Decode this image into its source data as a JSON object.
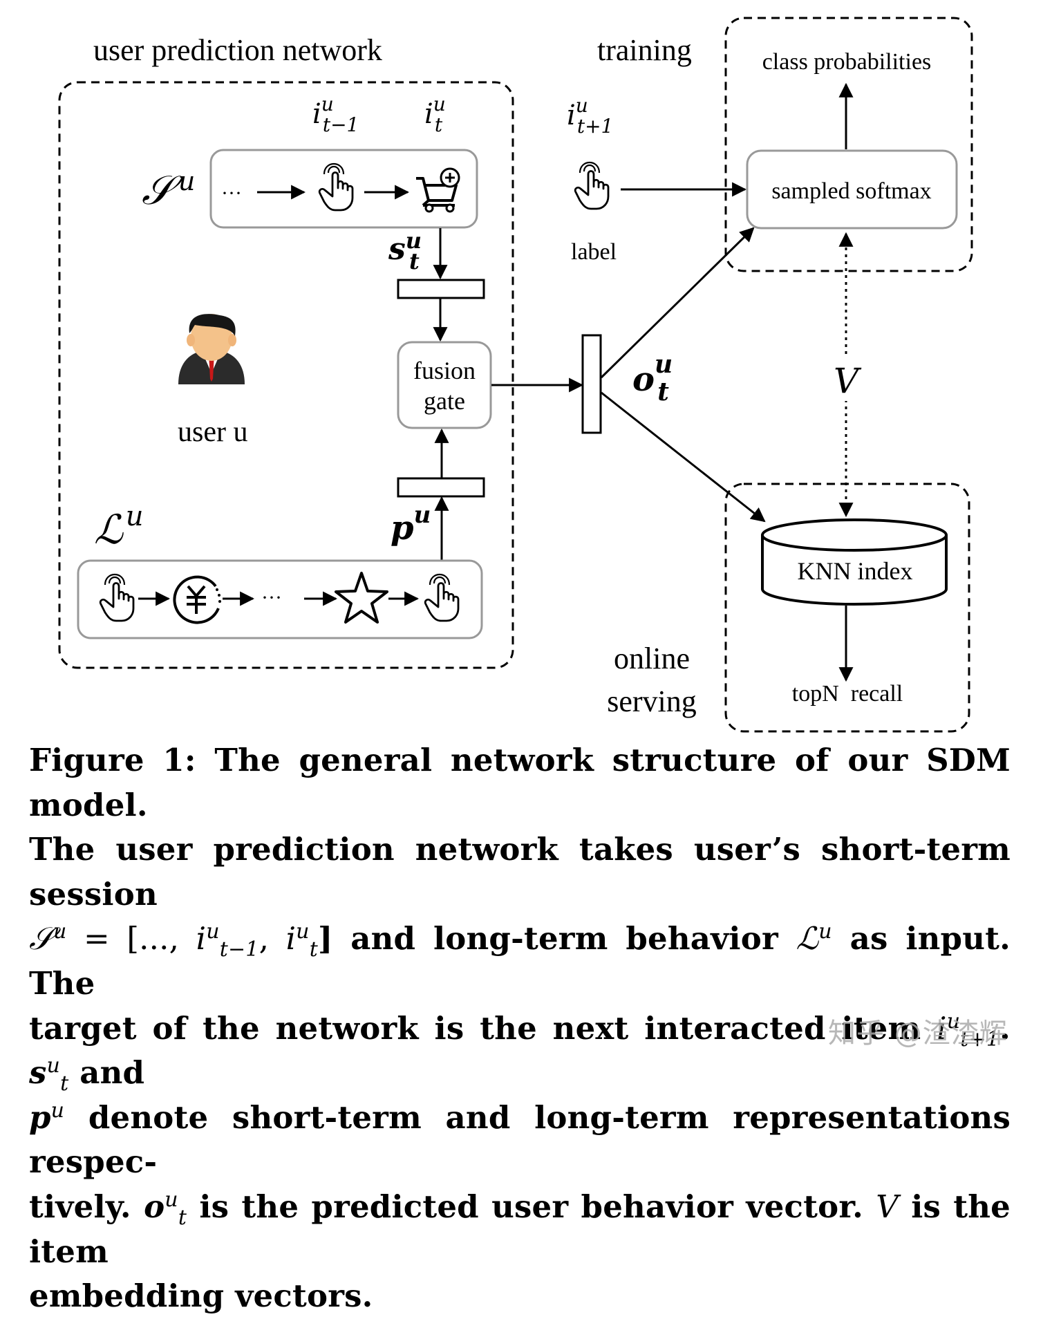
{
  "labels": {
    "user_prediction_network": "user prediction network",
    "training": "training",
    "class_probabilities": "class probabilities",
    "sampled_softmax": "sampled softmax",
    "label": "label",
    "fusion": "fusion",
    "gate": "gate",
    "user_u": "user u",
    "knn_index": "KNN index",
    "topn_recall": "topN  recall",
    "online": "online",
    "serving": "serving",
    "ellipsis": "···"
  },
  "math": {
    "S": "𝒮",
    "L": "ℒ",
    "sup_u": "u",
    "i": "i",
    "sub_t_minus_1": "t−1",
    "sub_t": "t",
    "sub_t_plus_1": "t+1",
    "s": "s",
    "p": "p",
    "o": "o",
    "V": "V"
  },
  "caption": {
    "line1": "Figure 1: The general network structure of our SDM model.",
    "line2": "The user prediction network takes user’s short-term session",
    "line3_a": " = [..., ",
    "line3_comma": ", ",
    "line3_b": "] and long-term behavior ",
    "line3_c": " as input. The",
    "line4_a": "target of the network is the next interacted item ",
    "line4_b": ". ",
    "line4_c": " and",
    "line5": " denote short-term and long-term representations respec-",
    "line6_a": "tively. ",
    "line6_b": " is the predicted user behavior vector. ",
    "line6_c": " is the item",
    "line7": "embedding vectors."
  },
  "watermark": "知乎 @渣渣辉",
  "icons": [
    "click-hand-icon",
    "shopping-cart-add-icon",
    "yen-coin-icon",
    "star-icon",
    "user-avatar-icon",
    "database-cylinder-icon"
  ]
}
